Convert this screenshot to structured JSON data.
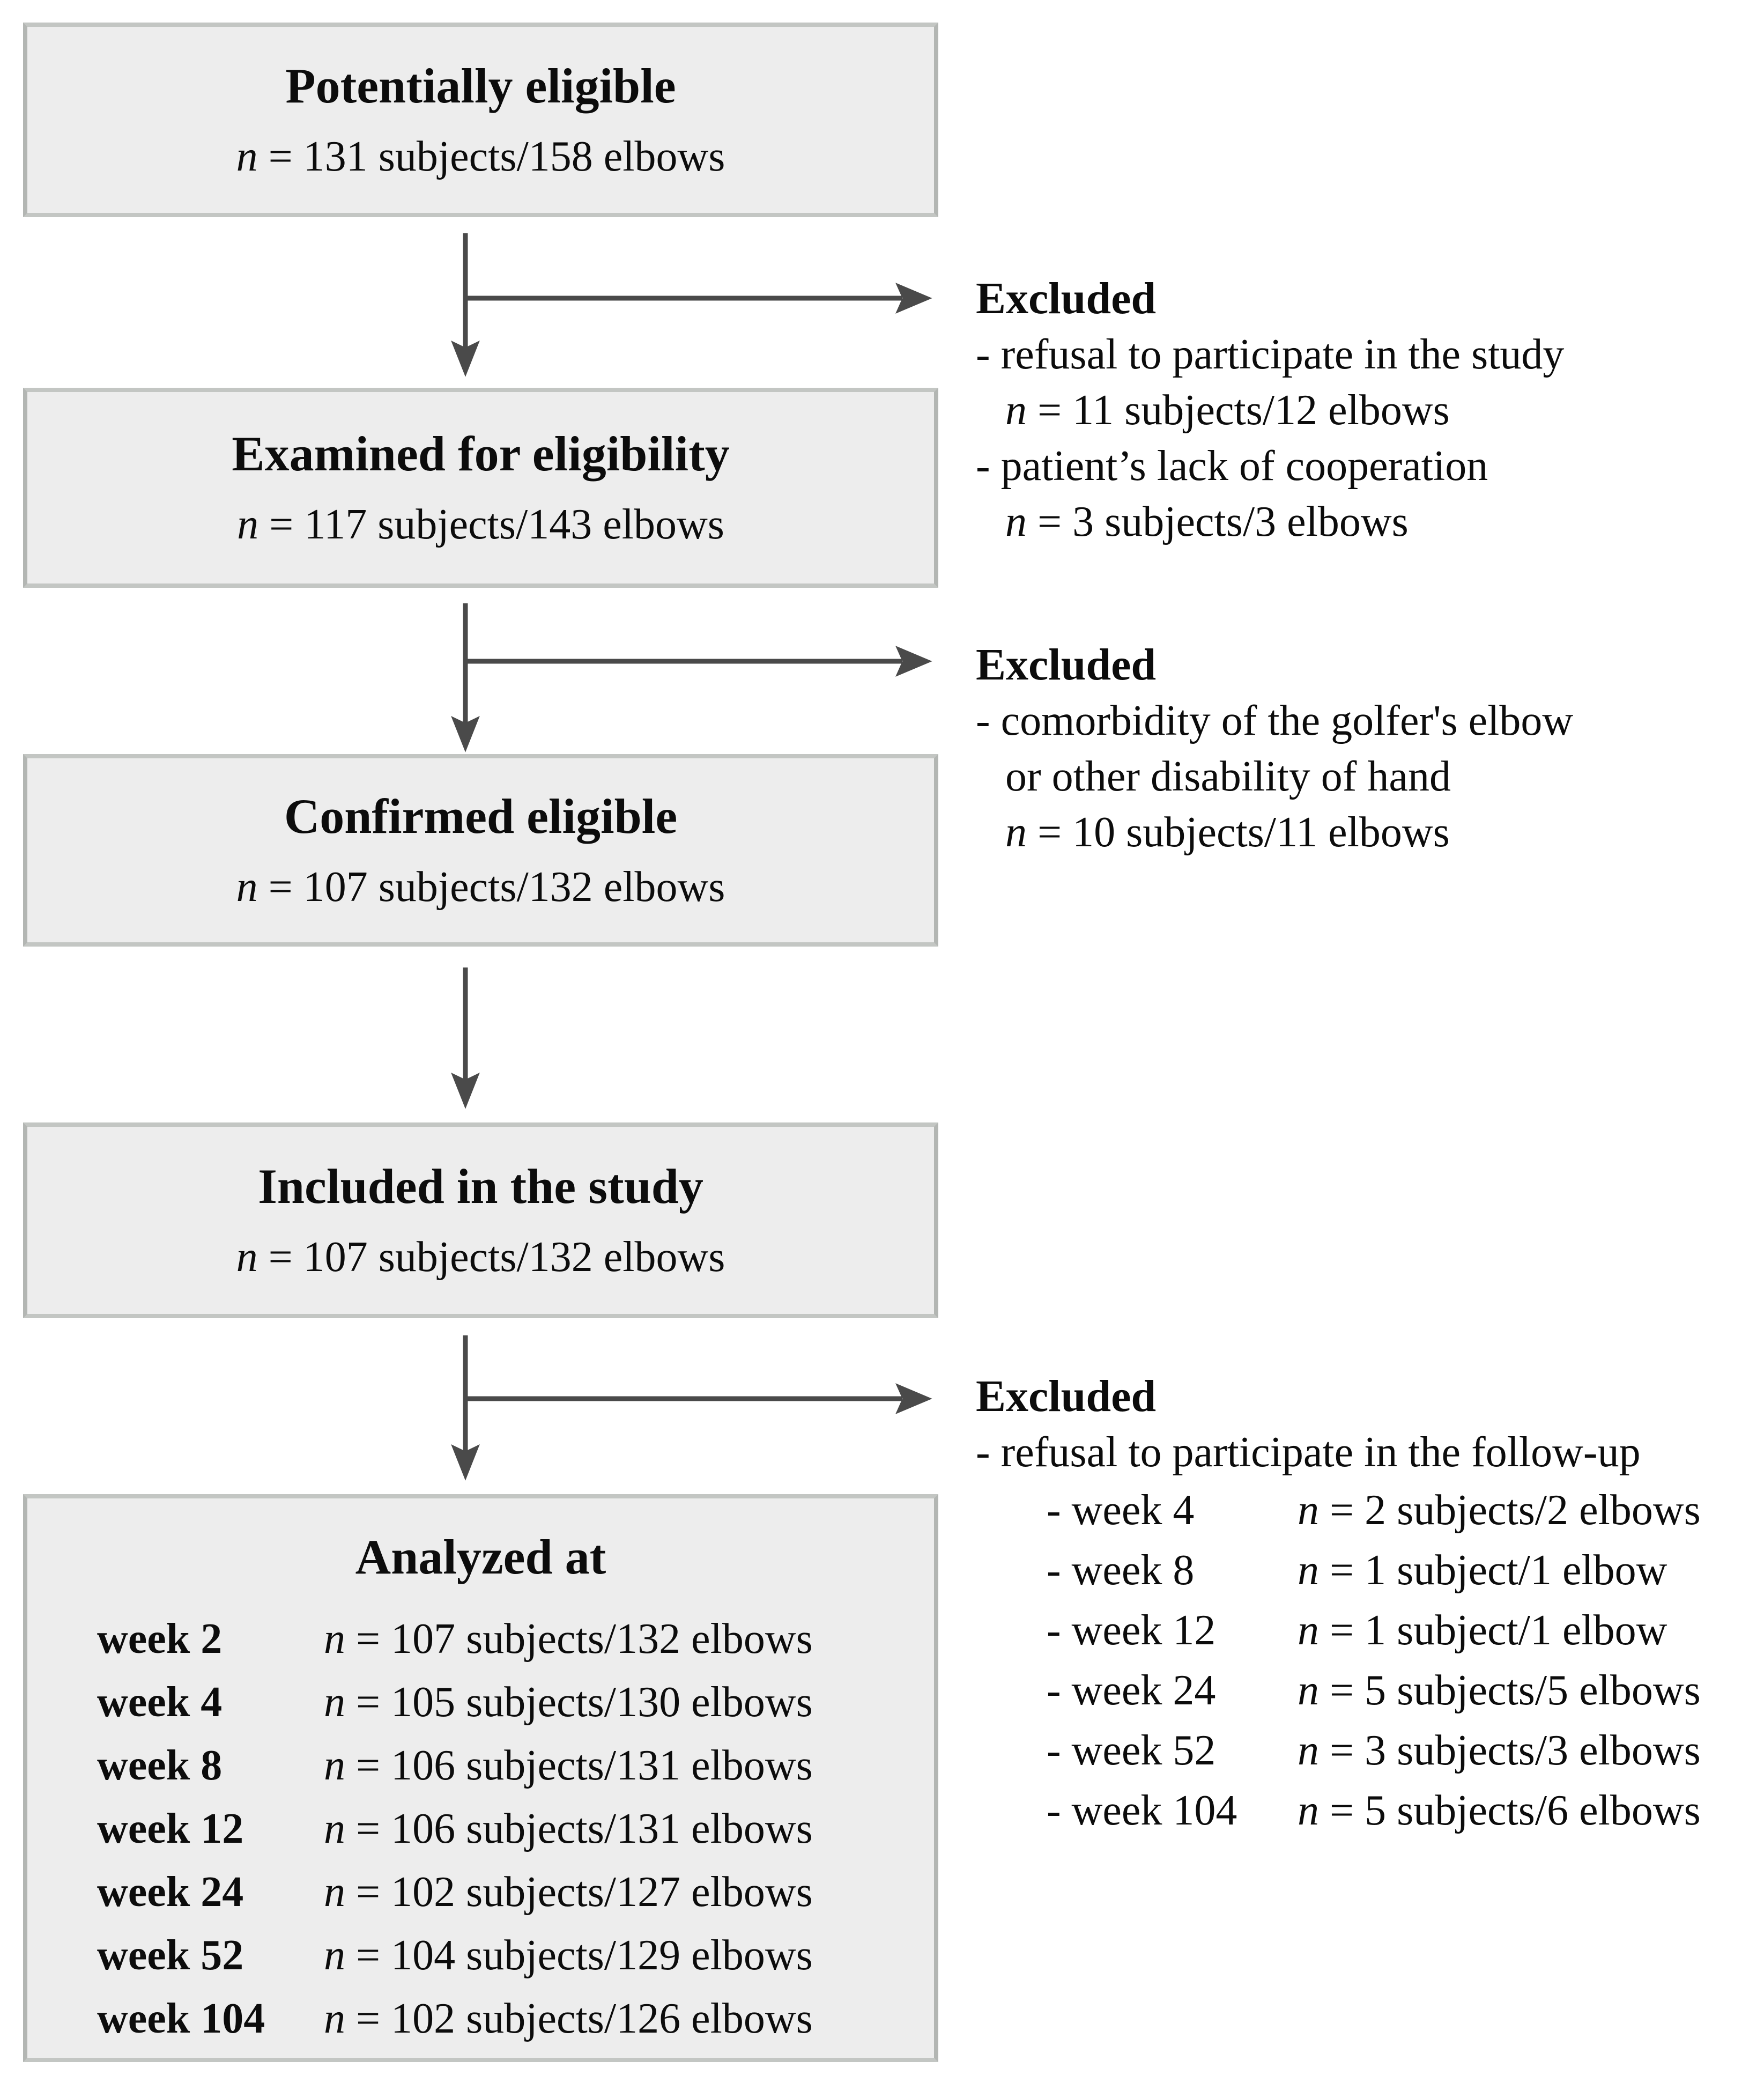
{
  "symbols": {
    "n": "n",
    "dash": "-"
  },
  "flow": {
    "boxes": [
      {
        "title": "Potentially eligible",
        "count": "= 131 subjects/158 elbows"
      },
      {
        "title": "Examined for eligibility",
        "count": "= 117 subjects/143 elbows"
      },
      {
        "title": "Confirmed eligible",
        "count": "= 107 subjects/132 elbows"
      },
      {
        "title": "Included in the study",
        "count": "= 107 subjects/132 elbows"
      }
    ],
    "analyzed": {
      "title": "Analyzed at",
      "rows": [
        {
          "label": "week 2",
          "count": "= 107 subjects/132 elbows"
        },
        {
          "label": "week 4",
          "count": "= 105 subjects/130 elbows"
        },
        {
          "label": "week 8",
          "count": "= 106 subjects/131 elbows"
        },
        {
          "label": "week 12",
          "count": "= 106 subjects/131 elbows"
        },
        {
          "label": "week 24",
          "count": "= 102 subjects/127 elbows"
        },
        {
          "label": "week 52",
          "count": "= 104 subjects/129 elbows"
        },
        {
          "label": "week 104",
          "count": "= 102 subjects/126 elbows"
        }
      ]
    }
  },
  "exclusions": [
    {
      "heading": "Excluded",
      "items": [
        {
          "text": "refusal to participate in the study",
          "count": "= 11 subjects/12 elbows"
        },
        {
          "text": "patient’s lack of cooperation",
          "count": "= 3 subjects/3 elbows"
        }
      ]
    },
    {
      "heading": "Excluded",
      "items": [
        {
          "text": "comorbidity of the golfer's elbow",
          "text2": "or other disability of hand",
          "count": "= 10 subjects/11 elbows"
        }
      ]
    },
    {
      "heading": "Excluded",
      "intro": "refusal to participate in the follow-up",
      "weeks": [
        {
          "label": "week 4",
          "count": "= 2 subjects/2 elbows"
        },
        {
          "label": "week 8",
          "count": "= 1 subject/1 elbow"
        },
        {
          "label": "week 12",
          "count": "= 1 subject/1 elbow"
        },
        {
          "label": "week 24",
          "count": "= 5 subjects/5 elbows"
        },
        {
          "label": "week 52",
          "count": "= 3 subjects/3 elbows"
        },
        {
          "label": "week 104",
          "count": "= 5 subjects/6 elbows"
        }
      ]
    }
  ]
}
